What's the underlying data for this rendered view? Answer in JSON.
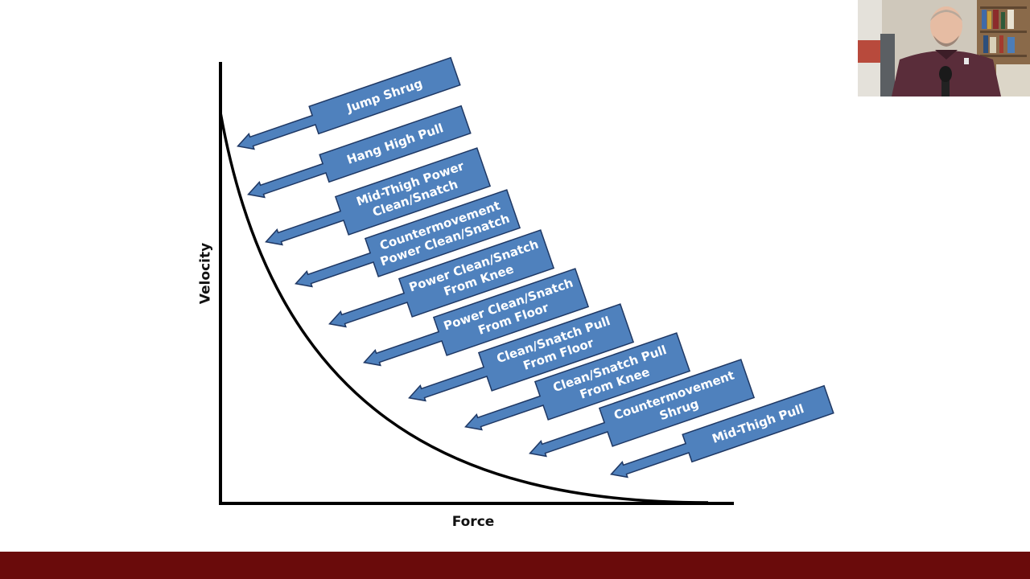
{
  "diagram": {
    "x_axis_title": "Force",
    "y_axis_title": "Velocity",
    "exercises": [
      {
        "id": "jump-shrug",
        "lines": [
          "Jump Shrug"
        ]
      },
      {
        "id": "hang-high-pull",
        "lines": [
          "Hang High Pull"
        ]
      },
      {
        "id": "mid-thigh-power-clean-snatch",
        "lines": [
          "Mid-Thigh Power",
          "Clean/Snatch"
        ]
      },
      {
        "id": "countermovement-power-clean-snatch",
        "lines": [
          "Countermovement",
          "Power Clean/Snatch"
        ]
      },
      {
        "id": "power-clean-snatch-from-knee",
        "lines": [
          "Power Clean/Snatch",
          "From Knee"
        ]
      },
      {
        "id": "power-clean-snatch-from-floor",
        "lines": [
          "Power Clean/Snatch",
          "From Floor"
        ]
      },
      {
        "id": "clean-snatch-pull-from-floor",
        "lines": [
          "Clean/Snatch Pull",
          "From Floor"
        ]
      },
      {
        "id": "clean-snatch-pull-from-knee",
        "lines": [
          "Clean/Snatch Pull",
          "From Knee"
        ]
      },
      {
        "id": "countermovement-shrug",
        "lines": [
          "Countermovement",
          "Shrug"
        ]
      },
      {
        "id": "mid-thigh-pull",
        "lines": [
          "Mid-Thigh Pull"
        ]
      }
    ]
  },
  "colors": {
    "callout_fill": "#4f81bd",
    "callout_stroke": "#1f3864",
    "axis": "#000000",
    "footer_bar": "#6a0b0b"
  },
  "icons": {
    "webcam": "person-webcam-icon"
  }
}
